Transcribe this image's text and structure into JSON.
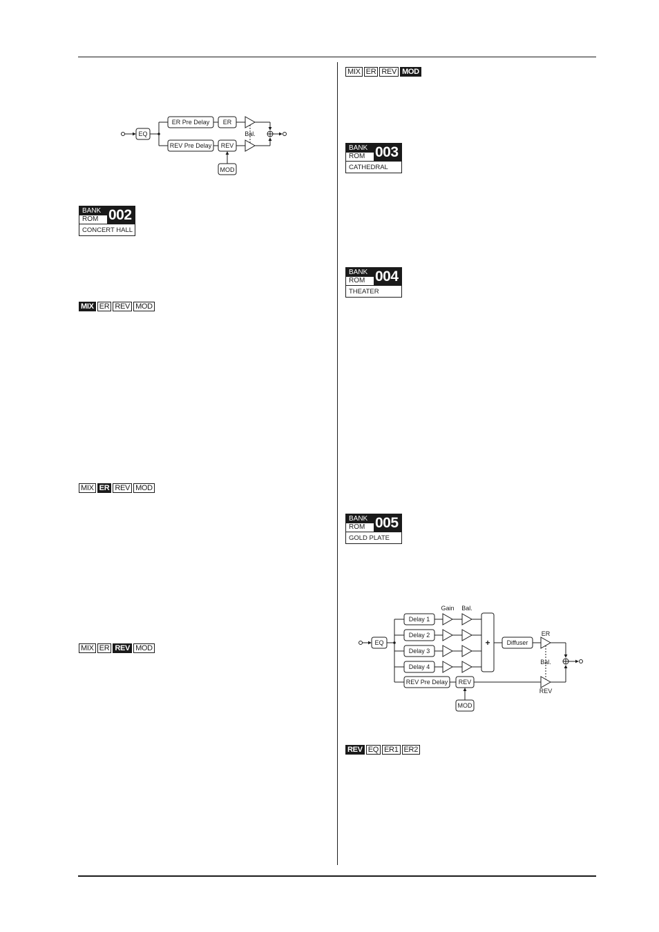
{
  "diagram_top": {
    "eq": "EQ",
    "er_pre_delay": "ER Pre Delay",
    "er": "ER",
    "rev_pre_delay": "REV Pre Delay",
    "rev": "REV",
    "mod": "MOD",
    "bal": "Bal."
  },
  "banks": [
    {
      "bank": "BANK",
      "rom": "ROM",
      "number": "002",
      "name": "CONCERT HALL"
    },
    {
      "bank": "BANK",
      "rom": "ROM",
      "number": "003",
      "name": "CATHEDRAL"
    },
    {
      "bank": "BANK",
      "rom": "ROM",
      "number": "004",
      "name": "THEATER"
    },
    {
      "bank": "BANK",
      "rom": "ROM",
      "number": "005",
      "name": "GOLD PLATE"
    }
  ],
  "tab_strips": [
    {
      "tabs": [
        "MIX",
        "ER",
        "REV",
        "MOD"
      ],
      "active": "MOD"
    },
    {
      "tabs": [
        "MIX",
        "ER",
        "REV",
        "MOD"
      ],
      "active": "MIX"
    },
    {
      "tabs": [
        "MIX",
        "ER",
        "REV",
        "MOD"
      ],
      "active": "ER"
    },
    {
      "tabs": [
        "MIX",
        "ER",
        "REV",
        "MOD"
      ],
      "active": "REV"
    },
    {
      "tabs": [
        "REV",
        "EQ",
        "ER1",
        "ER2"
      ],
      "active": "REV"
    }
  ],
  "diagram_plate": {
    "gain": "Gain",
    "bal_top": "Bal.",
    "eq": "EQ",
    "delay1": "Delay 1",
    "delay2": "Delay 2",
    "delay3": "Delay 3",
    "delay4": "Delay 4",
    "plus": "+",
    "diffuser": "Diffuser",
    "er": "ER",
    "bal": "Bal.",
    "rev_pre_delay": "REV Pre Delay",
    "rev": "REV",
    "rev_out": "REV",
    "mod": "MOD"
  }
}
